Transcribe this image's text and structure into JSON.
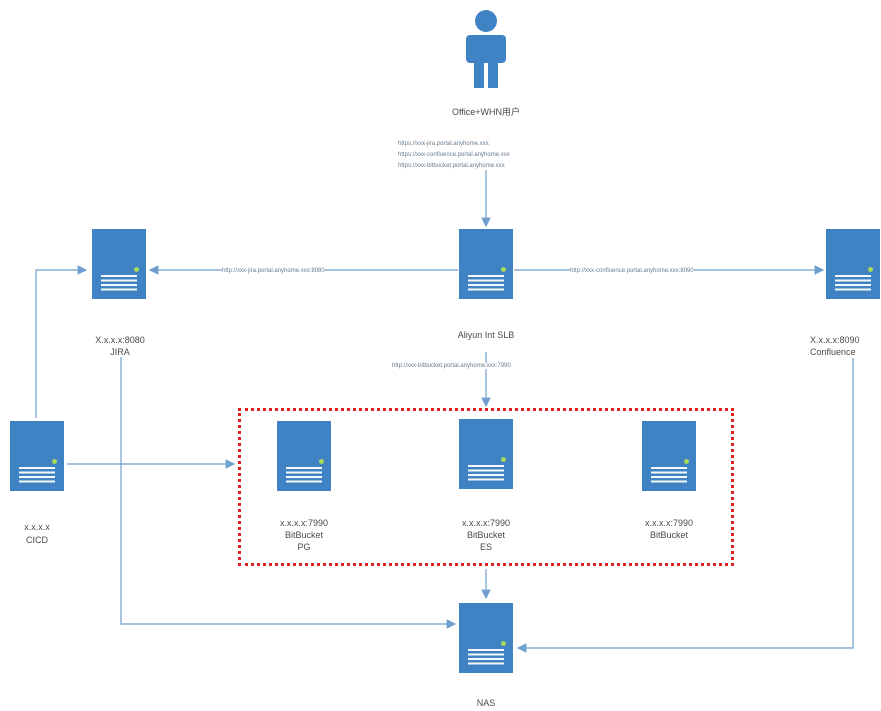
{
  "user": {
    "label": "Office+WHN用户"
  },
  "entry_urls": [
    "https://xxx-jira.portal.anyhome.xxx",
    "https://xxx-confluence.portal.anyhome.xxx",
    "https://xxx-bitbucket.portal.anyhome.xxx"
  ],
  "slb": {
    "label": "Aliyun Int SLB"
  },
  "jira": {
    "addr": "X.x.x.x:8080",
    "name": "JIRA"
  },
  "confluence": {
    "addr": "X.x.x.x:8090",
    "name": "Confluence"
  },
  "cicd": {
    "addr": "x.x.x.x",
    "name": "CICD"
  },
  "bitbucket_nodes": [
    {
      "addr": "x.x.x.x:7990",
      "name": "BitBucket",
      "sub": "PG"
    },
    {
      "addr": "x.x.x.x:7990",
      "name": "BitBucket",
      "sub": "ES"
    },
    {
      "addr": "x.x.x.x:7990",
      "name": "BitBucket",
      "sub": ""
    }
  ],
  "nas": {
    "label": "NAS"
  },
  "edge_labels": {
    "to_jira": "http://xxx-jira.portal.anyhome.xxx:8080",
    "to_confluence": "http://xxx-confluence.portal.anyhome.xxx:8090",
    "to_bitbucket": "http://xxx-bitbucket.portal.anyhome.xxx:7990"
  },
  "colors": {
    "server": "#3f83c4",
    "line": "#6f9fcf",
    "group_border": "#e02020"
  }
}
